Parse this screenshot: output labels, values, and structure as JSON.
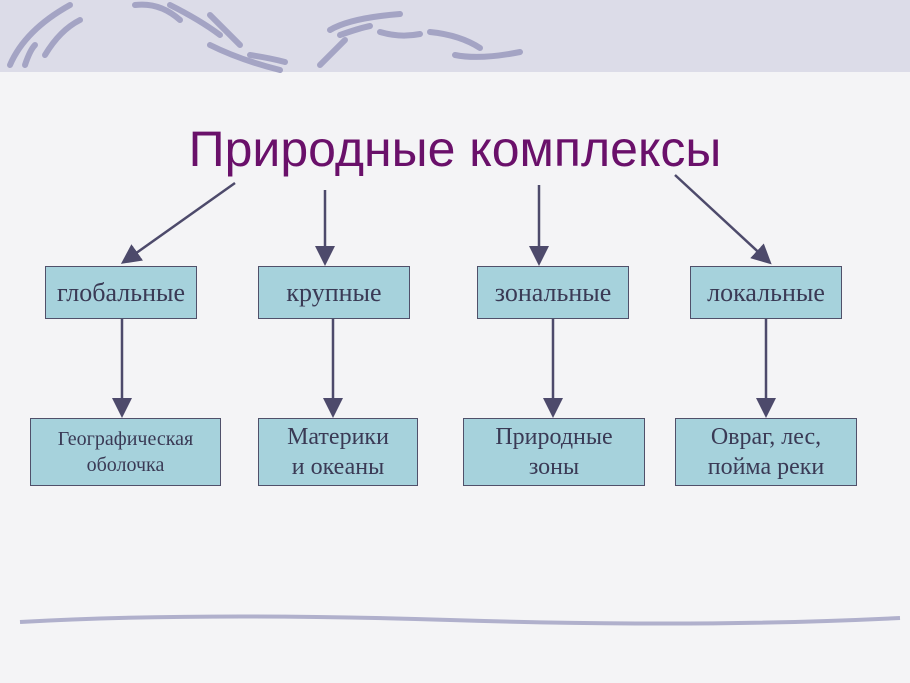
{
  "title": "Природные комплексы",
  "categories": [
    {
      "label": "глобальные",
      "example": "Географическая оболочка"
    },
    {
      "label": "крупные",
      "example": "Материки и океаны"
    },
    {
      "label": "зональные",
      "example": "Природные зоны"
    },
    {
      "label": "локальные",
      "example": "Овраг, лес, пойма реки"
    }
  ],
  "colors": {
    "title": "#6a106a",
    "box": "#a6d2dc",
    "arrow": "#4d4a6b"
  }
}
